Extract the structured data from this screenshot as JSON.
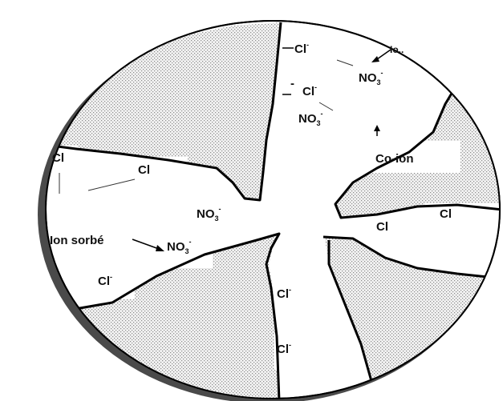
{
  "labels": {
    "cl_top": "Cl",
    "cl_top_sup": "-",
    "counter_ion_partial": "Io..",
    "no3_top": "NO",
    "no3_top_sub": "3",
    "no3_top_sup": "-",
    "cl_mid": "Cl",
    "cl_mid_sup": "-",
    "cl_mid_dash": "-",
    "no3_mid": "NO",
    "no3_mid_sub": "3",
    "no3_mid_sup": "-",
    "co_ion": "Co-ion",
    "cl_left": "Cl",
    "cl_left2": "Cl",
    "no3_center": "NO",
    "no3_center_sub": "3",
    "no3_center_sup": "-",
    "ion_sorbe": "Ion sorbé",
    "no3_sorbed": "NO",
    "no3_sorbed_sub": "3",
    "no3_sorbed_sup": "-",
    "cl_bottom_left": "Cl",
    "cl_bottom_left_sup": "-",
    "cl_right": "Cl",
    "cl_right2": "Cl",
    "cl_channel1": "Cl",
    "cl_channel1_sup": "-",
    "cl_channel2": "Cl",
    "cl_channel2_sup": "-"
  },
  "colors": {
    "outline": "#000000",
    "shadow": "#555555",
    "pore_fill": "#ffffff",
    "particle_stipple": "#b9b9b9"
  }
}
